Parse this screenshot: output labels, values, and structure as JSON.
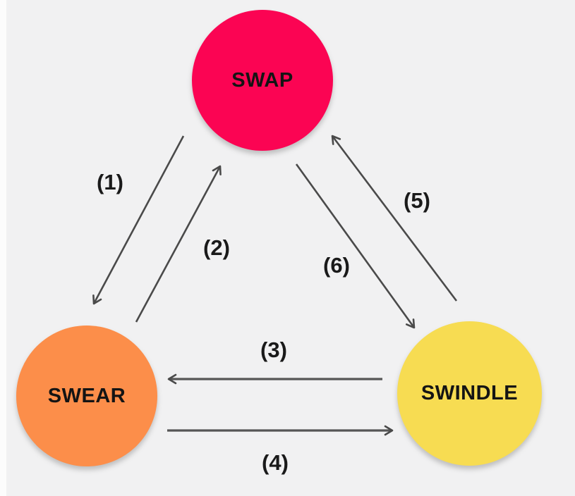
{
  "diagram": {
    "background_color": "#f1f1f2",
    "arrow_color": "#4a4a4a",
    "edge_label_color": "#1a1a1a",
    "node_label_color": "#141414",
    "nodes": [
      {
        "id": "swap",
        "label": "SWAP",
        "color": "#fb0453"
      },
      {
        "id": "swear",
        "label": "SWEAR",
        "color": "#fc8e4a"
      },
      {
        "id": "swindle",
        "label": "SWINDLE",
        "color": "#f7dc52"
      }
    ],
    "edges": [
      {
        "label": "(1)",
        "from": "SWAP",
        "to": "SWEAR"
      },
      {
        "label": "(2)",
        "from": "SWEAR",
        "to": "SWAP"
      },
      {
        "label": "(3)",
        "from": "SWINDLE",
        "to": "SWEAR"
      },
      {
        "label": "(4)",
        "from": "SWEAR",
        "to": "SWINDLE"
      },
      {
        "label": "(5)",
        "from": "SWINDLE",
        "to": "SWAP"
      },
      {
        "label": "(6)",
        "from": "SWAP",
        "to": "SWINDLE"
      }
    ]
  }
}
